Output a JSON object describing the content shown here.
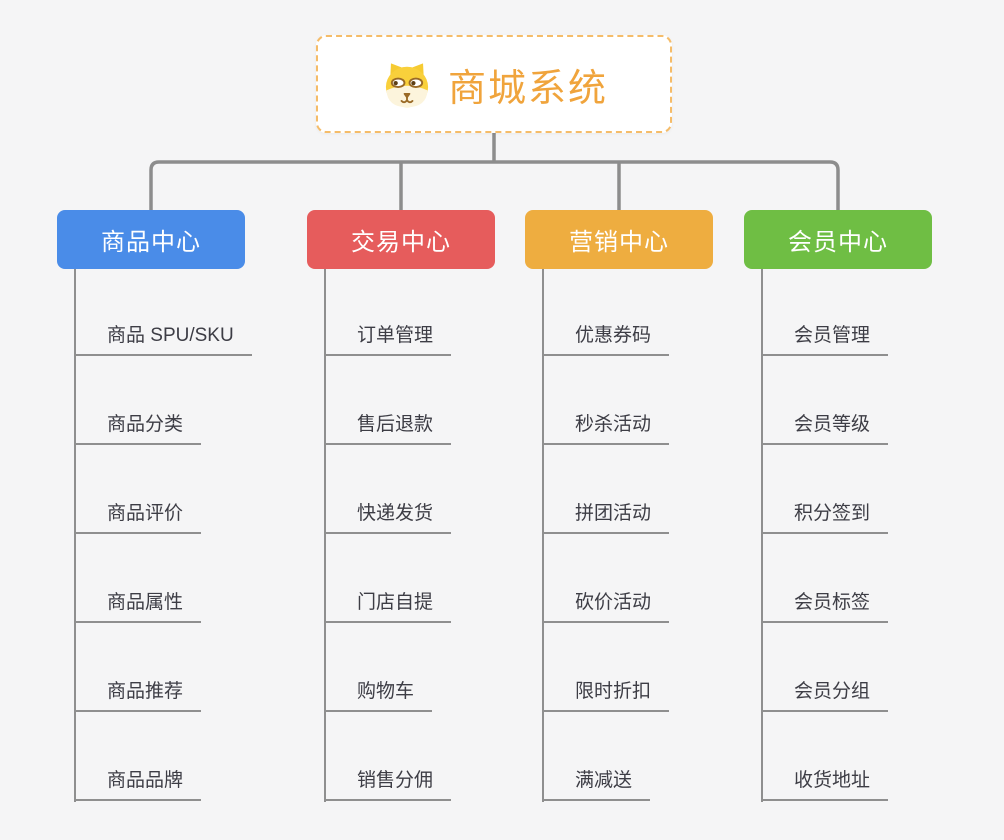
{
  "root": {
    "title": "商城系统",
    "title_color": "#F0A43C",
    "border_color": "#F5BC69",
    "icon": "dog-face-icon"
  },
  "connector_color": "#8d8d8d",
  "branches": [
    {
      "label": "商品中心",
      "color": "#4A8CE8",
      "items": [
        "商品 SPU/SKU",
        "商品分类",
        "商品评价",
        "商品属性",
        "商品推荐",
        "商品品牌"
      ]
    },
    {
      "label": "交易中心",
      "color": "#E65C5C",
      "items": [
        "订单管理",
        "售后退款",
        "快递发货",
        "门店自提",
        "购物车",
        "销售分佣"
      ]
    },
    {
      "label": "营销中心",
      "color": "#EEAD40",
      "items": [
        "优惠券码",
        "秒杀活动",
        "拼团活动",
        "砍价活动",
        "限时折扣",
        "满减送"
      ]
    },
    {
      "label": "会员中心",
      "color": "#6FBE44",
      "items": [
        "会员管理",
        "会员等级",
        "积分签到",
        "会员标签",
        "会员分组",
        "收货地址"
      ]
    }
  ]
}
